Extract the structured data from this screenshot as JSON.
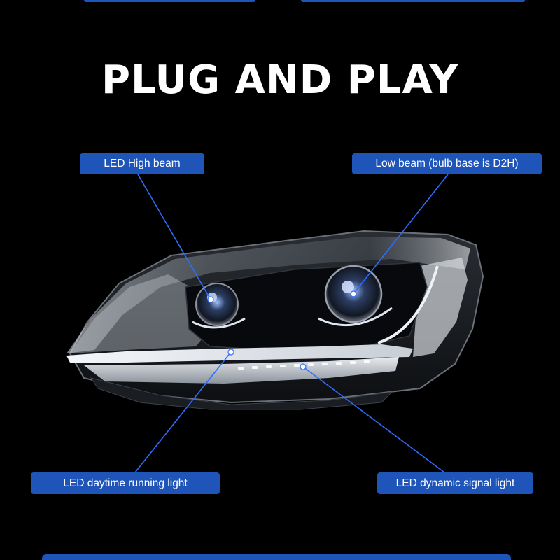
{
  "headline": "PLUG AND PLAY",
  "callouts": {
    "high_beam": "LED High beam",
    "low_beam": "Low beam (bulb base is D2H)",
    "drl": "LED daytime running light",
    "signal": "LED dynamic signal light"
  },
  "colors": {
    "background": "#000000",
    "accent": "#1f55b8",
    "text": "#ffffff"
  },
  "icons": {
    "product": "car-headlight-icon"
  }
}
